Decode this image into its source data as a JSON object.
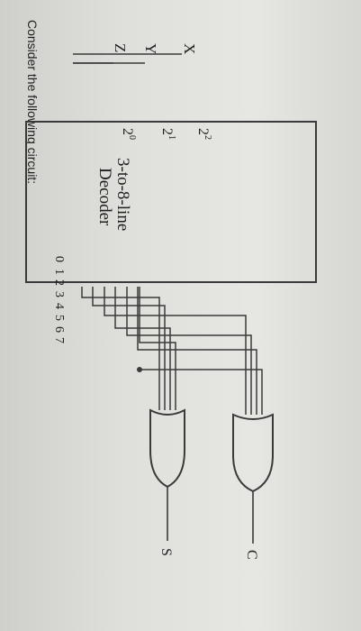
{
  "question": {
    "prompt": "Consider the following circuit:"
  },
  "decoder": {
    "title_line1": "3-to-8-line",
    "title_line2": "Decoder",
    "inputs": [
      {
        "signal": "X",
        "weight": "2",
        "exp": "2"
      },
      {
        "signal": "Y",
        "weight": "2",
        "exp": "1"
      },
      {
        "signal": "Z",
        "weight": "2",
        "exp": "0"
      }
    ],
    "outputs": [
      "0",
      "1",
      "2",
      "3",
      "4",
      "5",
      "6",
      "7"
    ]
  },
  "gates": {
    "sum_label": "S",
    "carry_label": "C"
  },
  "colors": {
    "line": "#3a3a3a",
    "text": "#202020",
    "paper": "#e2e3df"
  }
}
